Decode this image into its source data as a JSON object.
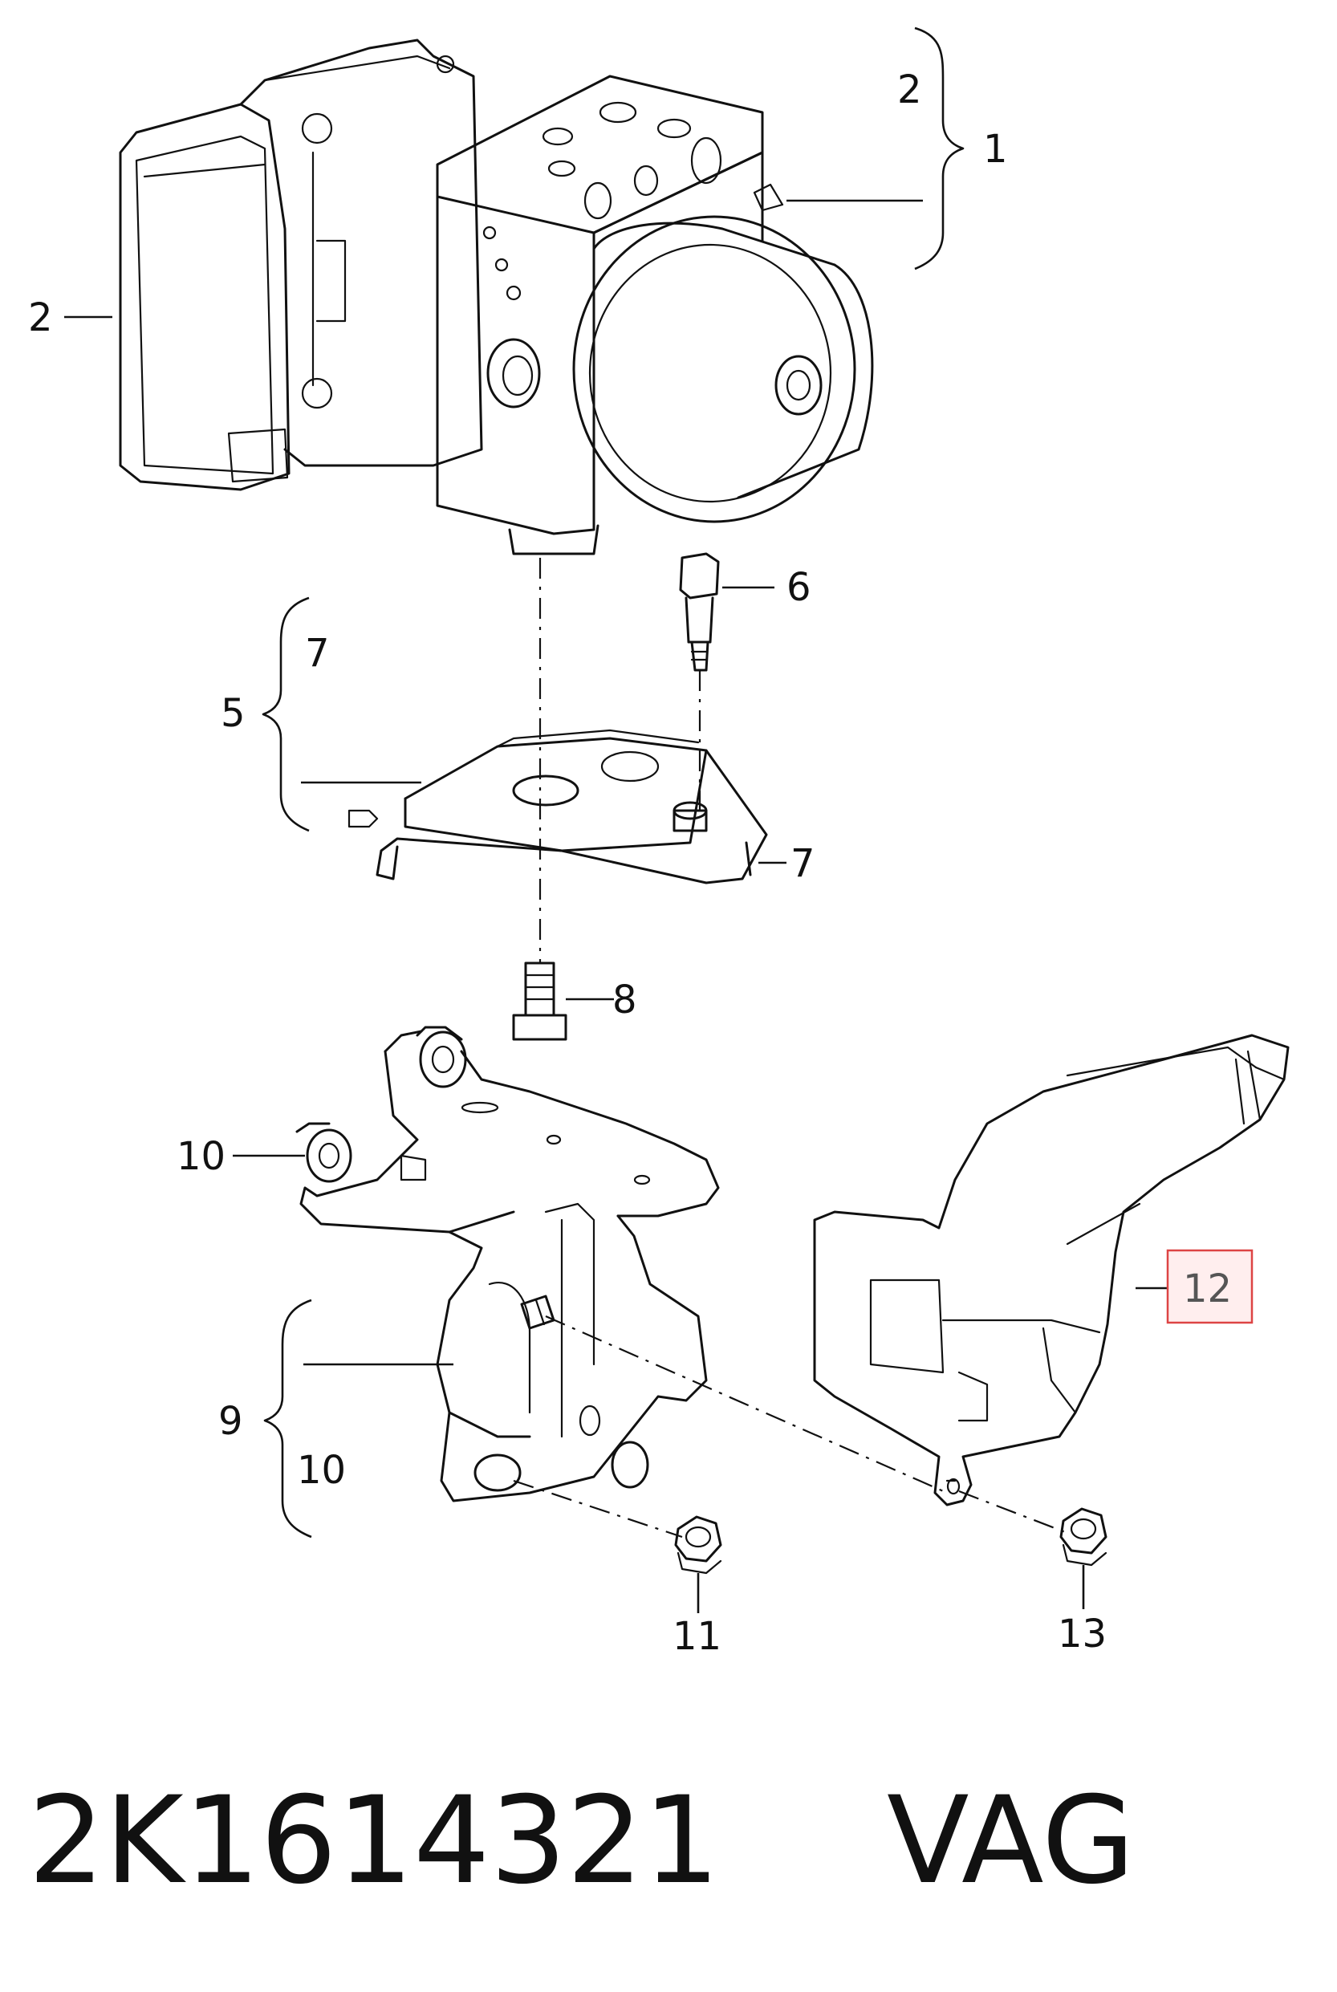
{
  "callouts": {
    "c1": "1",
    "c2_top": "2",
    "c2_left": "2",
    "c5": "5",
    "c7_brace": "7",
    "c7_right": "7",
    "c6": "6",
    "c8": "8",
    "c10_left": "10",
    "c9": "9",
    "c10_brace": "10",
    "c11": "11",
    "c12": "12",
    "c13": "13"
  },
  "highlighted_callout": "12",
  "highlight_color": "#d44444",
  "part_number": "2K1614321",
  "brand": "VAG"
}
